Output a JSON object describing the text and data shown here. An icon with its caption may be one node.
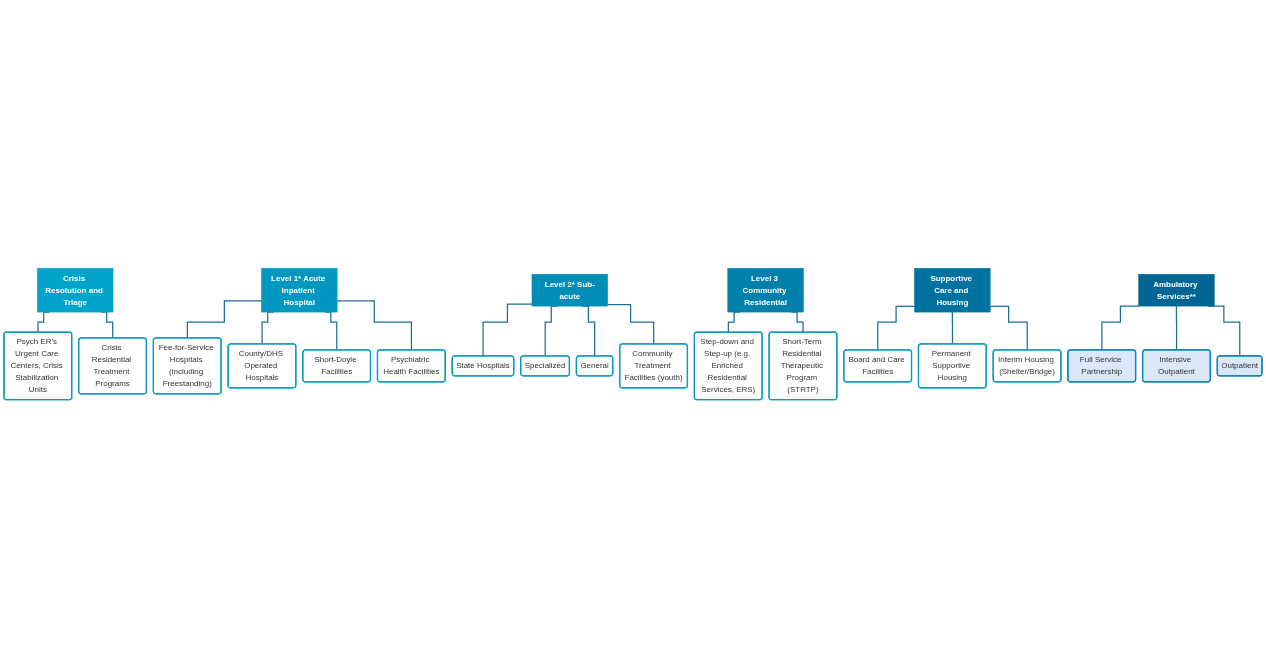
{
  "diagram": {
    "nodes": [
      {
        "text": [
          "Crisis Resolution and Triage"
        ]
      },
      {
        "text": [
          "Psych ER’s Urgent Care Centers, Crisis Stabilization Units"
        ]
      },
      {
        "text": [
          "Crisis Residential Treatment Programs"
        ]
      },
      {
        "text": [
          "Level 1* Acute Inpatient Hospital"
        ]
      },
      {
        "text": [
          "Fee-for-Service Hospitals (including Freestanding)"
        ]
      },
      {
        "text": [
          "County/DHS Operated Hospitals"
        ]
      },
      {
        "text": [
          "Short-Doyle Facilities"
        ]
      },
      {
        "text": [
          "Psychiatric Health Facilities"
        ]
      },
      {
        "text": [
          "Level 2* Sub-acute"
        ]
      },
      {
        "text": [
          "State Hospitals"
        ]
      },
      {
        "text": [
          "Specialized"
        ]
      },
      {
        "text": [
          "General"
        ]
      },
      {
        "text": [
          "Community Treatment Facilities (youth)"
        ]
      },
      {
        "text": [
          "Level 3 Community Residential"
        ]
      },
      {
        "text": [
          "Step-down and Step-up (e.g. Enriched Residential Services, ERS)"
        ]
      },
      {
        "text": [
          "Short-Term Residential Therapeutic Program (STRTP)"
        ]
      },
      {
        "text": [
          "Supportive Care and Housing"
        ]
      },
      {
        "text": [
          "Board and Care Facilities"
        ]
      },
      {
        "text": [
          "Permanent Supportive Housing"
        ]
      },
      {
        "text": [
          "Interim Housing (Shelter/Bridge)"
        ]
      },
      {
        "text": [
          "Ambulatory Services**"
        ]
      },
      {
        "text": [
          "Full Service Partnership"
        ]
      },
      {
        "text": [
          "Intensive Outpatient"
        ]
      },
      {
        "text": [
          "Outpatient"
        ]
      }
    ],
    "edges": [
      {
        "from": 0,
        "to": 1,
        "arrow": "none"
      },
      {
        "from": 0,
        "to": 2,
        "arrow": "none"
      },
      {
        "from": 3,
        "to": 4,
        "arrow": "none"
      },
      {
        "from": 3,
        "to": 5,
        "arrow": "none"
      },
      {
        "from": 3,
        "to": 6,
        "arrow": "none"
      },
      {
        "from": 3,
        "to": 7,
        "arrow": "none"
      },
      {
        "from": 8,
        "to": 9,
        "arrow": "none"
      },
      {
        "from": 8,
        "to": 10,
        "arrow": "none"
      },
      {
        "from": 8,
        "to": 11,
        "arrow": "none"
      },
      {
        "from": 8,
        "to": 12,
        "arrow": "none"
      },
      {
        "from": 13,
        "to": 14,
        "arrow": "none"
      },
      {
        "from": 13,
        "to": 15,
        "arrow": "none"
      },
      {
        "from": 16,
        "to": 17,
        "arrow": "none"
      },
      {
        "from": 16,
        "to": 18,
        "arrow": "none"
      },
      {
        "from": 16,
        "to": 19,
        "arrow": "none"
      },
      {
        "from": 20,
        "to": 21,
        "arrow": "none"
      },
      {
        "from": 20,
        "to": 22,
        "arrow": "none"
      },
      {
        "from": 20,
        "to": 23,
        "arrow": "none"
      }
    ]
  }
}
